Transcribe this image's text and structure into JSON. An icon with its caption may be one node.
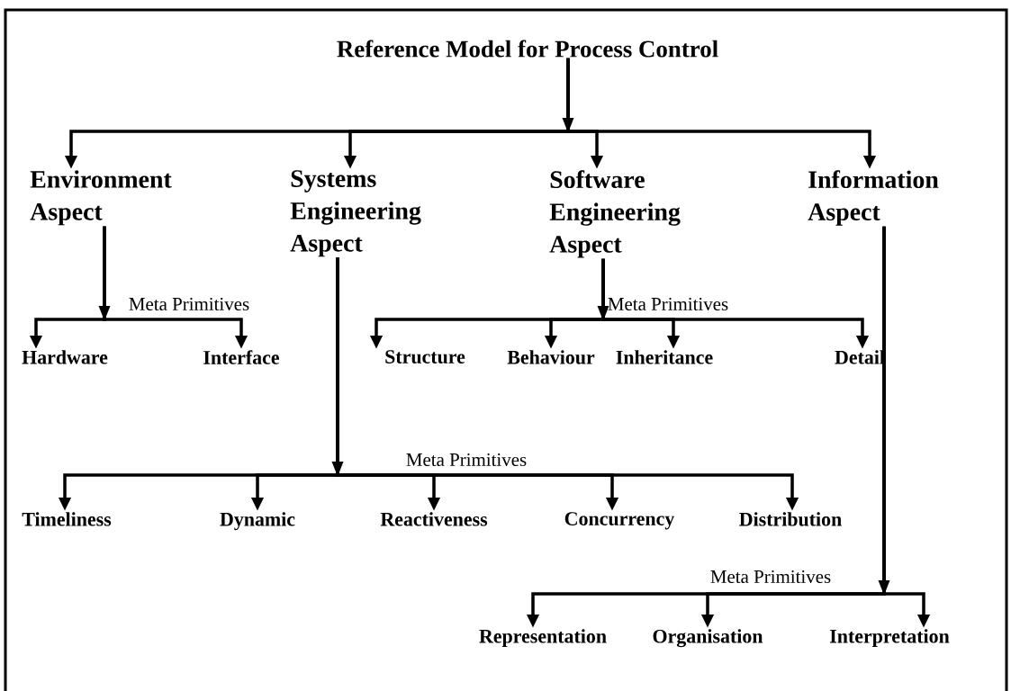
{
  "diagram": {
    "nodes": [
      {
        "text": [
          "Reference Model for Process Control"
        ]
      },
      {
        "text": [
          "Environment Aspect"
        ]
      },
      {
        "text": [
          "Systems Engineering Aspect"
        ]
      },
      {
        "text": [
          "Software Engineering Aspect"
        ]
      },
      {
        "text": [
          "Information Aspect"
        ]
      },
      {
        "text": [
          "Hardware"
        ]
      },
      {
        "text": [
          "Interface"
        ]
      },
      {
        "text": [
          "Structure"
        ]
      },
      {
        "text": [
          "Behaviour"
        ]
      },
      {
        "text": [
          "Inheritance"
        ]
      },
      {
        "text": [
          "Detail"
        ]
      },
      {
        "text": [
          "Timeliness"
        ]
      },
      {
        "text": [
          "Dynamic"
        ]
      },
      {
        "text": [
          "Reactiveness"
        ]
      },
      {
        "text": [
          "Concurrency"
        ]
      },
      {
        "text": [
          "Distribution"
        ]
      },
      {
        "text": [
          "Representation"
        ]
      },
      {
        "text": [
          "Organisation"
        ]
      },
      {
        "text": [
          "Interpretation"
        ]
      }
    ],
    "edges": [
      {
        "from": 0,
        "to": 1,
        "arrow": "to"
      },
      {
        "from": 0,
        "to": 2,
        "arrow": "to"
      },
      {
        "from": 0,
        "to": 3,
        "arrow": "to"
      },
      {
        "from": 0,
        "to": 4,
        "arrow": "to"
      },
      {
        "from": 1,
        "to": 5,
        "arrow": "to"
      },
      {
        "from": 1,
        "to": 6,
        "arrow": "to"
      },
      {
        "from": 3,
        "to": 7,
        "arrow": "to"
      },
      {
        "from": 3,
        "to": 8,
        "arrow": "to"
      },
      {
        "from": 3,
        "to": 9,
        "arrow": "to"
      },
      {
        "from": 3,
        "to": 10,
        "arrow": "to"
      },
      {
        "from": 2,
        "to": 11,
        "arrow": "to"
      },
      {
        "from": 2,
        "to": 12,
        "arrow": "to"
      },
      {
        "from": 2,
        "to": 13,
        "arrow": "to"
      },
      {
        "from": 2,
        "to": 14,
        "arrow": "to"
      },
      {
        "from": 2,
        "to": 15,
        "arrow": "to"
      },
      {
        "from": 4,
        "to": 16,
        "arrow": "to"
      },
      {
        "from": 4,
        "to": 17,
        "arrow": "to"
      },
      {
        "from": 4,
        "to": 18,
        "arrow": "to"
      }
    ],
    "labels": [
      "Meta Primitives",
      "Meta Primitives",
      "Meta Primitives",
      "Meta Primitives"
    ]
  }
}
